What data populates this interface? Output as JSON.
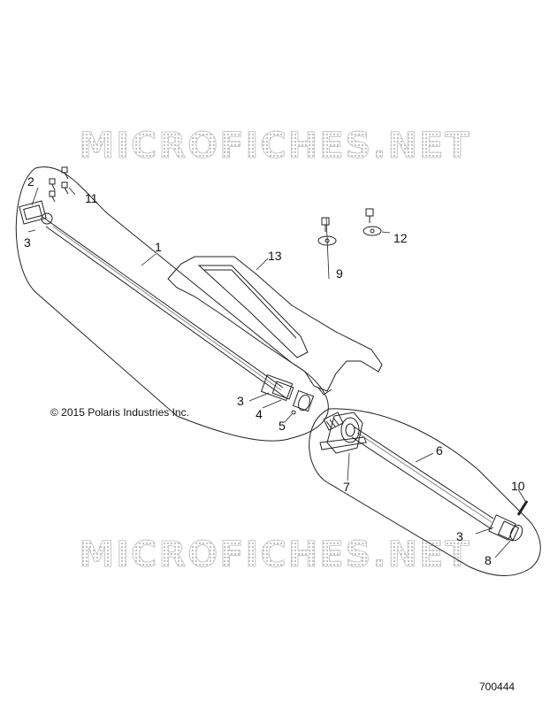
{
  "watermark_text": "MICROFICHES.NET",
  "copyright": "© 2015 Polaris Industries Inc.",
  "drawing_number": "700444",
  "callouts": [
    "1",
    "2",
    "3",
    "3",
    "4",
    "5",
    "3",
    "6",
    "7",
    "8",
    "9",
    "10",
    "11",
    "12",
    "13"
  ]
}
